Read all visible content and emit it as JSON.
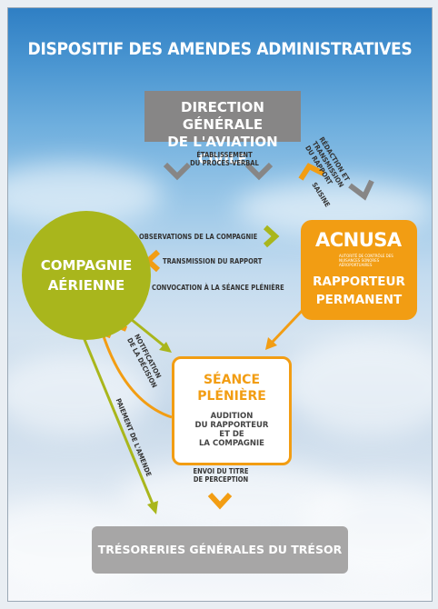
{
  "title": "DISPOSITIF DES AMENDES ADMINISTRATIVES",
  "dgac": {
    "line1": "DIRECTION GÉNÉRALE",
    "line2": "DE L'AVIATION CIVILE"
  },
  "compagnie": {
    "line1": "COMPAGNIE",
    "line2": "AÉRIENNE"
  },
  "rapporteur": {
    "logo_letters": "ACNUSA",
    "logo_subtitle": "AUTORITÉ DE CONTRÔLE DES NUISANCES SONORES AÉROPORTUAIRES",
    "line1": "RAPPORTEUR",
    "line2": "PERMANENT"
  },
  "seance": {
    "line1": "SÉANCE",
    "line2": "PLÉNIÈRE",
    "sub1": "AUDITION",
    "sub2": "DU RAPPORTEUR",
    "sub3": "ET DE",
    "sub4": "LA COMPAGNIE"
  },
  "tresor": "TRÉSORERIES GÉNÉRALES DU TRÉSOR",
  "flows": {
    "etablissement_1": "ÉTABLISSEMENT",
    "etablissement_2": "DU PROCÈS-VERBAL",
    "redaction_1": "RÉDACTION ET",
    "redaction_2": "TRANSMISSION",
    "redaction_3": "DU RAPPORT",
    "saisine": "SAISINE",
    "observations": "OBSERVATIONS DE LA COMPAGNIE",
    "transmission": "TRANSMISSION DU RAPPORT",
    "convocation": "CONVOCATION À LA SÉANCE PLÉNIÈRE",
    "notification_1": "NOTIFICATION",
    "notification_2": "DE LA DÉCISION",
    "paiement": "PAIEMENT DE L'AMENDE",
    "envoi_1": "ENVOI DU TITRE",
    "envoi_2": "DE PERCEPTION"
  },
  "colors": {
    "green": "#a9b61c",
    "orange": "#f29d13",
    "gray": "#878686",
    "sky": "#2f7fc4"
  }
}
